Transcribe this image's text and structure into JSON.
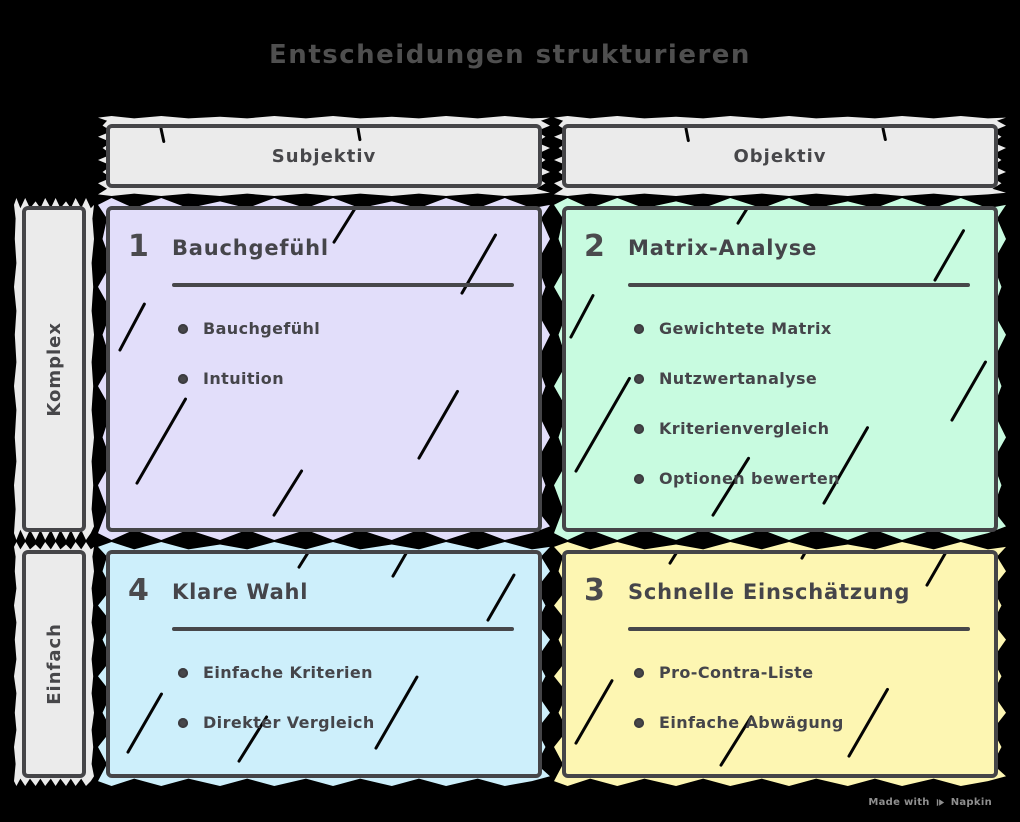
{
  "page": {
    "title": "Entscheidungen strukturieren",
    "background_color": "#000000",
    "border_color": "#454548",
    "header_fill": "#ebebeb",
    "text_color": "#47474a"
  },
  "column_headers": [
    {
      "label": "Subjektiv"
    },
    {
      "label": "Objektiv"
    }
  ],
  "row_headers": [
    {
      "label": "Komplex"
    },
    {
      "label": "Einfach"
    }
  ],
  "quadrants": [
    {
      "number": "1",
      "title": "Bauchgefühl",
      "fill": "#e2defa",
      "position": "top-left (Komplex × Subjektiv)",
      "items": [
        "Bauchgefühl",
        "Intuition"
      ]
    },
    {
      "number": "2",
      "title": "Matrix-Analyse",
      "fill": "#c8fbe0",
      "position": "top-right (Komplex × Objektiv)",
      "items": [
        "Gewichtete Matrix",
        "Nutzwertanalyse",
        "Kriterienvergleich",
        "Optionen bewerten"
      ]
    },
    {
      "number": "3",
      "title": "Schnelle Einschätzung",
      "fill": "#fdf6b2",
      "position": "bottom-right (Einfach × Objektiv)",
      "items": [
        "Pro-Contra-Liste",
        "Einfache Abwägung"
      ]
    },
    {
      "number": "4",
      "title": "Klare Wahl",
      "fill": "#cdeffb",
      "position": "bottom-left (Einfach × Subjektiv)",
      "items": [
        "Einfache Kriterien",
        "Direkter Vergleich"
      ]
    }
  ],
  "watermark": {
    "prefix": "Made with",
    "brand": "Napkin",
    "icon": "pen-nib-icon"
  }
}
